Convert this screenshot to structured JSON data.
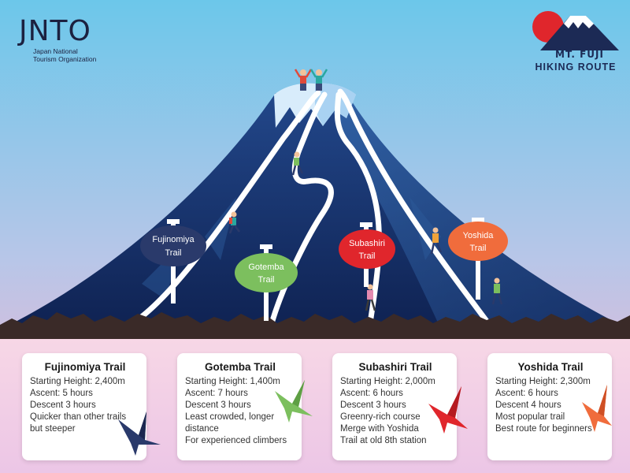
{
  "brand": {
    "jnto_logo": "JNTO",
    "jnto_line1": "Japan National",
    "jnto_line2": "Tourism Organization",
    "mtfuji_logo": "MT. FUJI",
    "route_title": "HIKING ROUTE"
  },
  "signs": [
    {
      "line1": "Fujinomiya",
      "line2": "Trail",
      "color": "#2a3a6b"
    },
    {
      "line1": "Gotemba",
      "line2": "Trail",
      "color": "#7cbf5e"
    },
    {
      "line1": "Subashiri",
      "line2": "Trail",
      "color": "#e0262c"
    },
    {
      "line1": "Yoshida",
      "line2": "Trail",
      "color": "#f06c3c"
    }
  ],
  "cards": [
    {
      "title": "Fujinomiya Trail",
      "lines": [
        "Starting Height: 2,400m",
        "Ascent: 5 hours",
        "Descent 3 hours",
        "Quicker than other trails",
        "but steeper"
      ],
      "crane_color": "#2a3a6b"
    },
    {
      "title": "Gotemba Trail",
      "lines": [
        "Starting Height: 1,400m",
        "Ascent: 7 hours",
        "Descent 3 hours",
        "Least crowded, longer",
        "distance",
        "For experienced climbers"
      ],
      "crane_color": "#7cbf5e"
    },
    {
      "title": "Subashiri Trail",
      "lines": [
        "Starting Height: 2,000m",
        "Ascent: 6 hours",
        "Descent 3 hours",
        "Greenry-rich course",
        "Merge with Yoshida",
        "Trail at old 8th station"
      ],
      "crane_color": "#e0262c"
    },
    {
      "title": "Yoshida Trail",
      "lines": [
        "Starting Height: 2,300m",
        "Ascent: 6 hours",
        "Descent 4 hours",
        "Most popular trail",
        "Best route for beginners"
      ],
      "crane_color": "#f06c3c"
    }
  ],
  "colors": {
    "sky_top": "#6cc7ea",
    "sky_bottom": "#f4b4d0",
    "mountain_dark": "#13295a",
    "mountain_light": "#3a6fb4",
    "rock": "#3a2a28",
    "ground": "#f6cfe0"
  }
}
